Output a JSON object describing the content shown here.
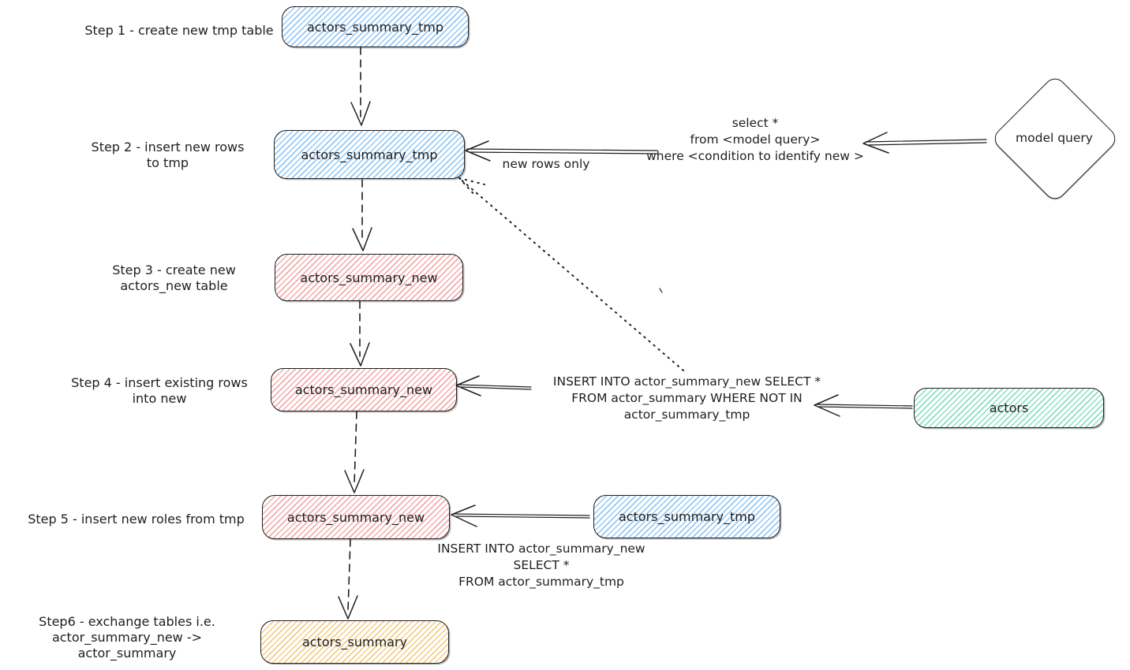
{
  "colors": {
    "stroke": "#1e1e1e",
    "node_blue": "#a5d8ff",
    "node_red": "#ffc9c9",
    "node_teal": "#96f2d7",
    "node_yellow": "#ffec99"
  },
  "steps": [
    {
      "label": "Step 1 - create new tmp table",
      "node": "actors_summary_tmp"
    },
    {
      "label": "Step 2 - insert new rows\nto tmp",
      "node": "actors_summary_tmp"
    },
    {
      "label": "Step 3 - create new\nactors_new table",
      "node": "actors_summary_new"
    },
    {
      "label": "Step 4 - insert existing rows\ninto new",
      "node": "actors_summary_new"
    },
    {
      "label": "Step 5 - insert new roles from tmp",
      "node": "actors_summary_new"
    },
    {
      "label": "Step6 - exchange tables i.e.\nactor_summary_new -> actor_summary",
      "node": "actors_summary"
    }
  ],
  "sources": {
    "model_query": "model query",
    "actors": "actors",
    "tmp_table": "actors_summary_tmp"
  },
  "annotations": {
    "new_rows_only": "new rows only",
    "select_query": "select *\nfrom <model query>\nwhere <condition to identify new >",
    "insert_existing": "INSERT INTO actor_summary_new SELECT *\nFROM actor_summary WHERE NOT IN\nactor_summary_tmp",
    "insert_new": "INSERT INTO actor_summary_new\nSELECT *\nFROM actor_summary_tmp"
  }
}
